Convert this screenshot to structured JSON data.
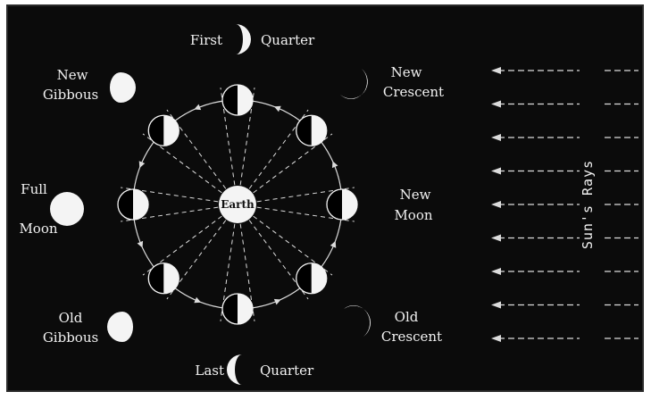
{
  "diagram": {
    "earth_label": "Earth",
    "sun_rays_label": "Sun's Rays",
    "phase_labels": {
      "first_quarter_left": "First",
      "first_quarter_right": "Quarter",
      "new_crescent_line1": "New",
      "new_crescent_line2": "Crescent",
      "new_gibbous_line1": "New",
      "new_gibbous_line2": "Gibbous",
      "full_moon_line1": "Full",
      "full_moon_line2": "Moon",
      "new_moon_line1": "New",
      "new_moon_line2": "Moon",
      "old_gibbous_line1": "Old",
      "old_gibbous_line2": "Gibbous",
      "old_crescent_line1": "Old",
      "old_crescent_line2": "Crescent",
      "last_quarter_left": "Last",
      "last_quarter_right": "Quarter"
    },
    "colors": {
      "background": "#0b0b0b",
      "lit": "#f4f4f4",
      "dark": "#000000",
      "lines": "#dcdcdc"
    }
  }
}
